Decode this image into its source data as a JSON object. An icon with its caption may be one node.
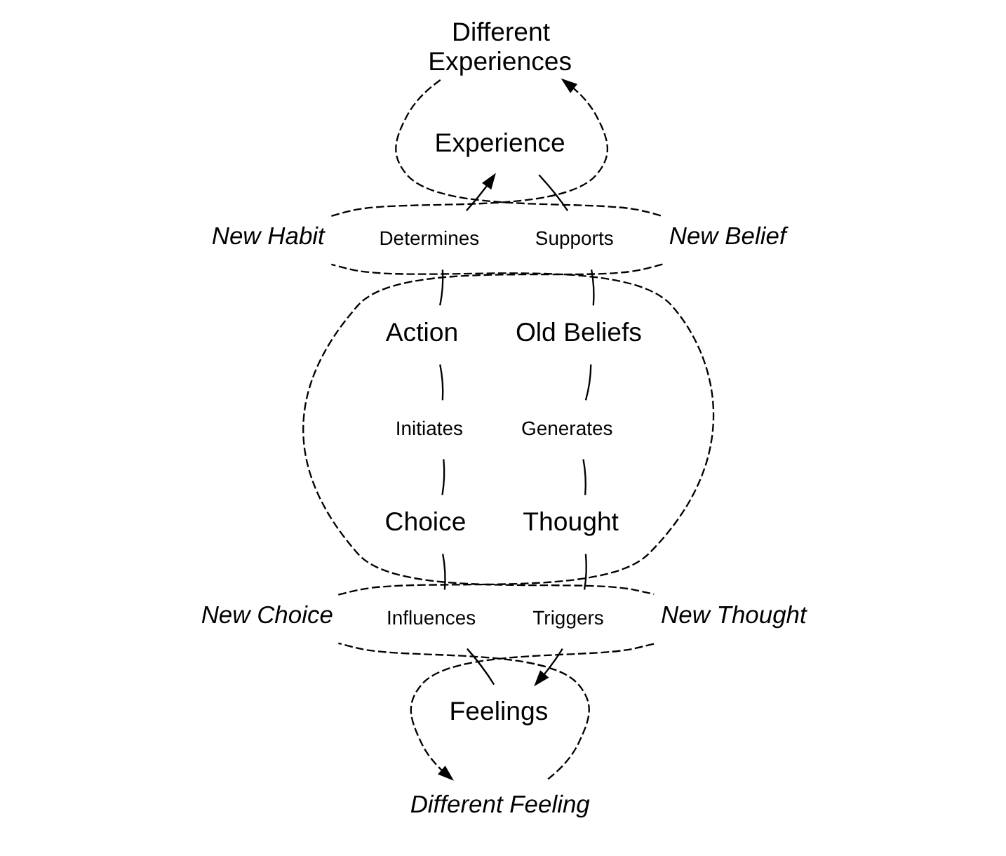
{
  "diagram": {
    "nodes": [
      {
        "text": [
          "Different Experiences"
        ]
      },
      {
        "text": [
          "Experience"
        ]
      },
      {
        "text": [
          "New Habit"
        ]
      },
      {
        "text": [
          "Determines"
        ]
      },
      {
        "text": [
          "Supports"
        ]
      },
      {
        "text": [
          "New Belief"
        ]
      },
      {
        "text": [
          "Action"
        ]
      },
      {
        "text": [
          "Old Beliefs"
        ]
      },
      {
        "text": [
          "Initiates"
        ]
      },
      {
        "text": [
          "Generates"
        ]
      },
      {
        "text": [
          "Choice"
        ]
      },
      {
        "text": [
          "Thought"
        ]
      },
      {
        "text": [
          "New Choice"
        ]
      },
      {
        "text": [
          "Influences"
        ]
      },
      {
        "text": [
          "Triggers"
        ]
      },
      {
        "text": [
          "New Thought"
        ]
      },
      {
        "text": [
          "Feelings"
        ]
      },
      {
        "text": [
          "Different Feeling"
        ]
      }
    ],
    "edges": [
      {
        "from": 1,
        "to": 4,
        "arrow": "none"
      },
      {
        "from": 4,
        "to": 7,
        "arrow": "none"
      },
      {
        "from": 7,
        "to": 9,
        "arrow": "none"
      },
      {
        "from": 9,
        "to": 11,
        "arrow": "none"
      },
      {
        "from": 11,
        "to": 14,
        "arrow": "none"
      },
      {
        "from": 14,
        "to": 16,
        "arrow": "to"
      },
      {
        "from": 16,
        "to": 13,
        "arrow": "none"
      },
      {
        "from": 13,
        "to": 10,
        "arrow": "none"
      },
      {
        "from": 10,
        "to": 8,
        "arrow": "none"
      },
      {
        "from": 8,
        "to": 6,
        "arrow": "none"
      },
      {
        "from": 6,
        "to": 3,
        "arrow": "none"
      },
      {
        "from": 3,
        "to": 1,
        "arrow": "to"
      },
      {
        "from": 0,
        "to": 5,
        "arrow": "none",
        "style": "dashed"
      },
      {
        "from": 5,
        "to": 15,
        "arrow": "none",
        "style": "dashed"
      },
      {
        "from": 15,
        "to": 17,
        "arrow": "to",
        "style": "dashed"
      },
      {
        "from": 17,
        "to": 12,
        "arrow": "none",
        "style": "dashed"
      },
      {
        "from": 12,
        "to": 2,
        "arrow": "none",
        "style": "dashed"
      },
      {
        "from": 2,
        "to": 0,
        "arrow": "to",
        "style": "dashed"
      }
    ]
  }
}
